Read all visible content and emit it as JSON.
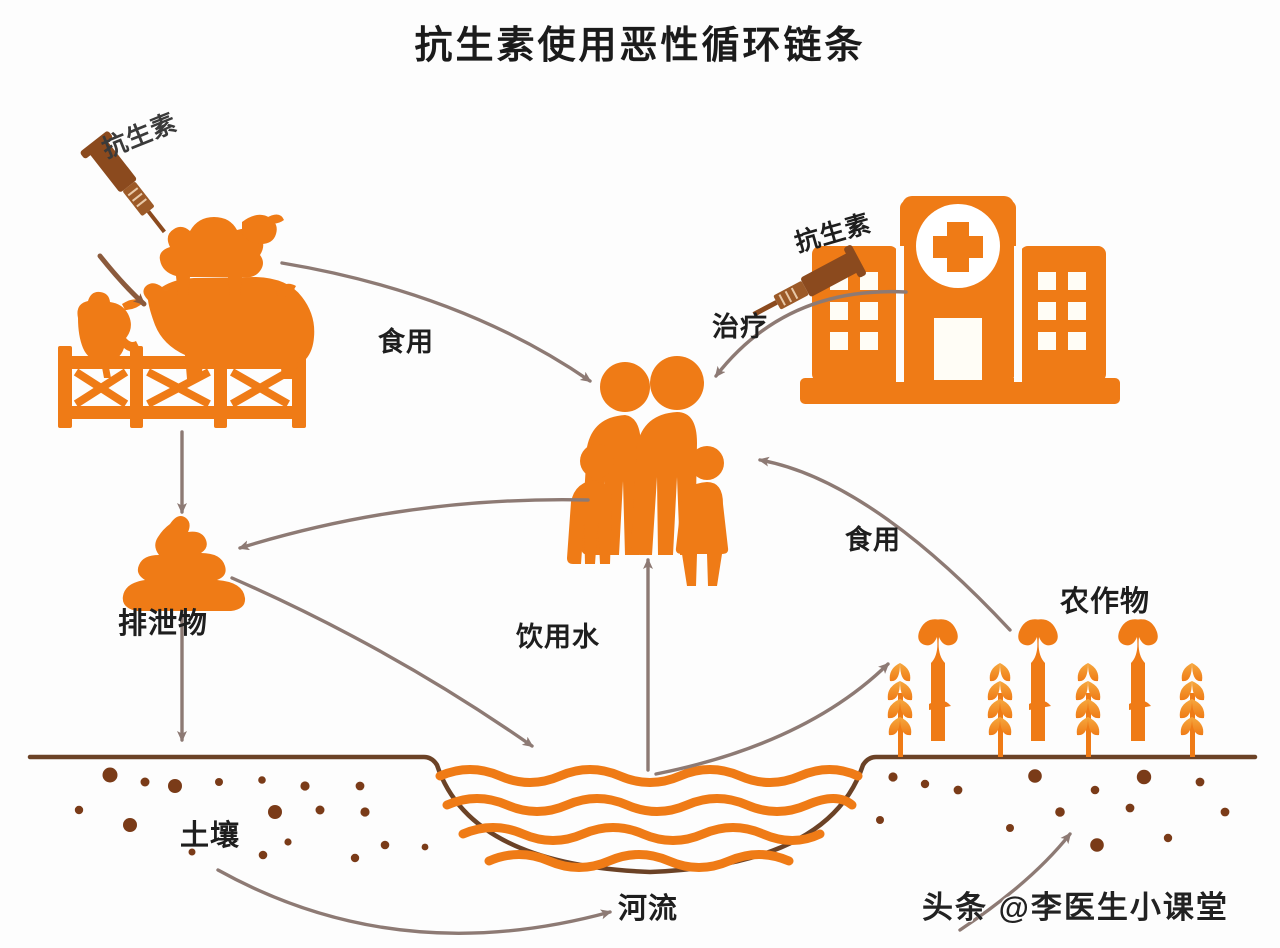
{
  "page": {
    "title": "抗生素使用恶性循环链条",
    "watermark": "头条 @李医生小课堂",
    "background": "#fdfdfd"
  },
  "colors": {
    "orange": "#EF7B16",
    "orange_light": "#F5913A",
    "brown": "#8B4A1E",
    "ground_line": "#6B4226",
    "arrow": "#8d7a74",
    "text": "#1e1e1e",
    "soil_dot": "#7A3B18"
  },
  "nodes": [
    {
      "id": "farm",
      "label": "",
      "icon": "farm-animals-fence-icon",
      "desc": "chicken, pig and sheep behind fence"
    },
    {
      "id": "syringe_farm",
      "label": "抗生素",
      "icon": "syringe-icon"
    },
    {
      "id": "hospital",
      "label": "",
      "icon": "hospital-building-icon"
    },
    {
      "id": "syringe_hospital",
      "label": "抗生素",
      "icon": "syringe-icon"
    },
    {
      "id": "family",
      "label": "",
      "icon": "family-group-icon",
      "desc": "two adults and two children"
    },
    {
      "id": "excrement",
      "label": "排泄物",
      "icon": "excrement-icon"
    },
    {
      "id": "soil",
      "label": "土壤",
      "icon": "soil-icon"
    },
    {
      "id": "river",
      "label": "河流",
      "icon": "river-water-icon"
    },
    {
      "id": "crops",
      "label": "农作物",
      "icon": "crops-wheat-icon"
    }
  ],
  "edges": [
    {
      "id": "farm-to-family",
      "label": "食用",
      "from": "farm",
      "to": "family"
    },
    {
      "id": "hospital-to-family",
      "label": "治疗",
      "from": "hospital",
      "to": "family"
    },
    {
      "id": "crops-to-family",
      "label": "食用",
      "from": "crops",
      "to": "family"
    },
    {
      "id": "river-to-family",
      "label": "饮用水",
      "from": "river",
      "to": "family"
    },
    {
      "id": "family-to-excrement",
      "label": "",
      "from": "family",
      "to": "excrement"
    },
    {
      "id": "farm-to-excrement",
      "label": "",
      "from": "farm",
      "to": "excrement"
    },
    {
      "id": "excrement-to-soil",
      "label": "",
      "from": "excrement",
      "to": "soil"
    },
    {
      "id": "excrement-to-river",
      "label": "",
      "from": "excrement",
      "to": "river"
    },
    {
      "id": "soil-to-river",
      "label": "",
      "from": "soil",
      "to": "river"
    },
    {
      "id": "river-to-crops",
      "label": "",
      "from": "river",
      "to": "crops"
    },
    {
      "id": "soil-to-crops",
      "label": "",
      "from": "soil",
      "to": "crops"
    }
  ],
  "labels": {
    "shiyong_1": "食用",
    "shiyong_2": "食用",
    "zhiliao": "治疗",
    "kangshengsu_farm": "抗生素",
    "kangshengsu_hospital": "抗生素",
    "paixiewu": "排泄物",
    "yinyongshui": "饮用水",
    "nongzuowu": "农作物",
    "turang": "土壤",
    "heliu": "河流"
  },
  "river": {
    "wave_count": 4
  },
  "crops": {
    "tall_plants": 3,
    "wheat_stalks": 4
  },
  "soil": {
    "dot_count": 26
  }
}
